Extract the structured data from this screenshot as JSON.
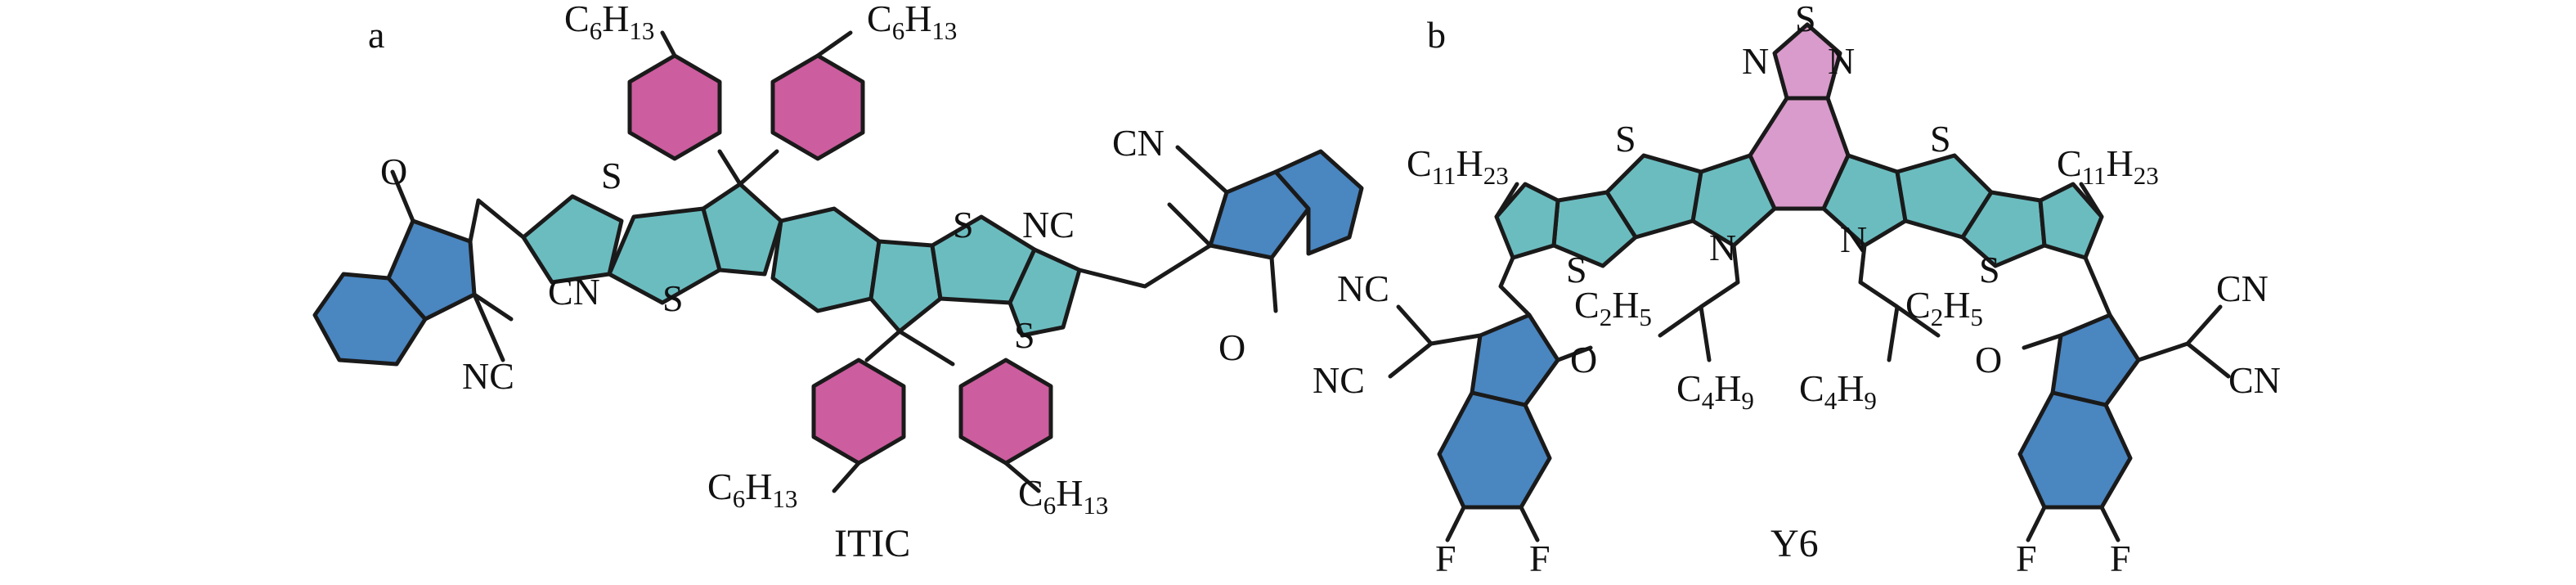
{
  "panels": {
    "a": {
      "label": "a",
      "compound": "ITIC",
      "substituents": {
        "hexyl_main": "C",
        "hexyl_sub": "6",
        "hexyl_main2": "H",
        "hexyl_sub2": "13"
      },
      "atoms": {
        "O": "O",
        "S": "S",
        "CN": "CN",
        "NC": "NC"
      }
    },
    "b": {
      "label": "b",
      "compound": "Y6",
      "substituents": {
        "undecyl": [
          "C",
          "11",
          "H",
          "23"
        ],
        "ethyl": [
          "C",
          "2",
          "H",
          "5"
        ],
        "butyl": [
          "C",
          "4",
          "H",
          "9"
        ]
      },
      "atoms": {
        "O": "O",
        "S": "S",
        "N": "N",
        "F": "F",
        "CN": "CN",
        "NC": "NC"
      }
    }
  },
  "colors": {
    "indanone_blue": "#4a86c0",
    "thiophene_teal": "#6bbcbf",
    "phenyl_magenta": "#cc5d9e",
    "thiadiazole_pink": "#d99bcb",
    "bond": "#1a1a1a"
  }
}
